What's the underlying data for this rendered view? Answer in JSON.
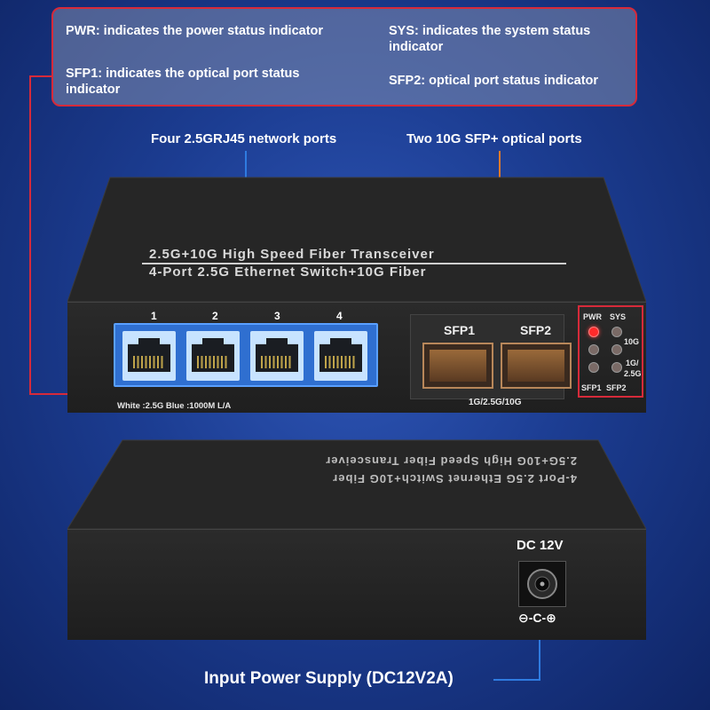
{
  "legend": {
    "pwr": "PWR: indicates the power status indicator",
    "sys": "SYS: indicates the system status indicator",
    "sfp1": "SFP1: indicates the optical port status indicator",
    "sfp2": "SFP2: optical port status indicator"
  },
  "callouts": {
    "rj45": "Four 2.5GRJ45 network ports",
    "sfp": "Two 10G SFP+ optical ports",
    "power": "Input Power Supply (DC12V2A)"
  },
  "device": {
    "print_line1": "2.5G+10G High Speed Fiber Transceiver",
    "print_line2": "4-Port 2.5G Ethernet Switch+10G Fiber",
    "port_numbers": [
      "1",
      "2",
      "3",
      "4"
    ],
    "led_legend": "White :2.5G    Blue :1000M  L/A",
    "sfp_labels": [
      "SFP1",
      "SFP2"
    ],
    "sfp_speed": "1G/2.5G/10G",
    "led_panel": {
      "pwr": "PWR",
      "sys": "SYS",
      "label_10g": "10G",
      "label_1g": "1G/",
      "label_25g": "2.5G",
      "sfp1": "SFP1",
      "sfp2": "SFP2"
    },
    "dc_label": "DC 12V",
    "polarity": "⊖-C-⊕"
  },
  "colors": {
    "highlight_red": "#d62a3a",
    "callout_blue": "#2f7be0",
    "callout_orange": "#e07a2a"
  }
}
